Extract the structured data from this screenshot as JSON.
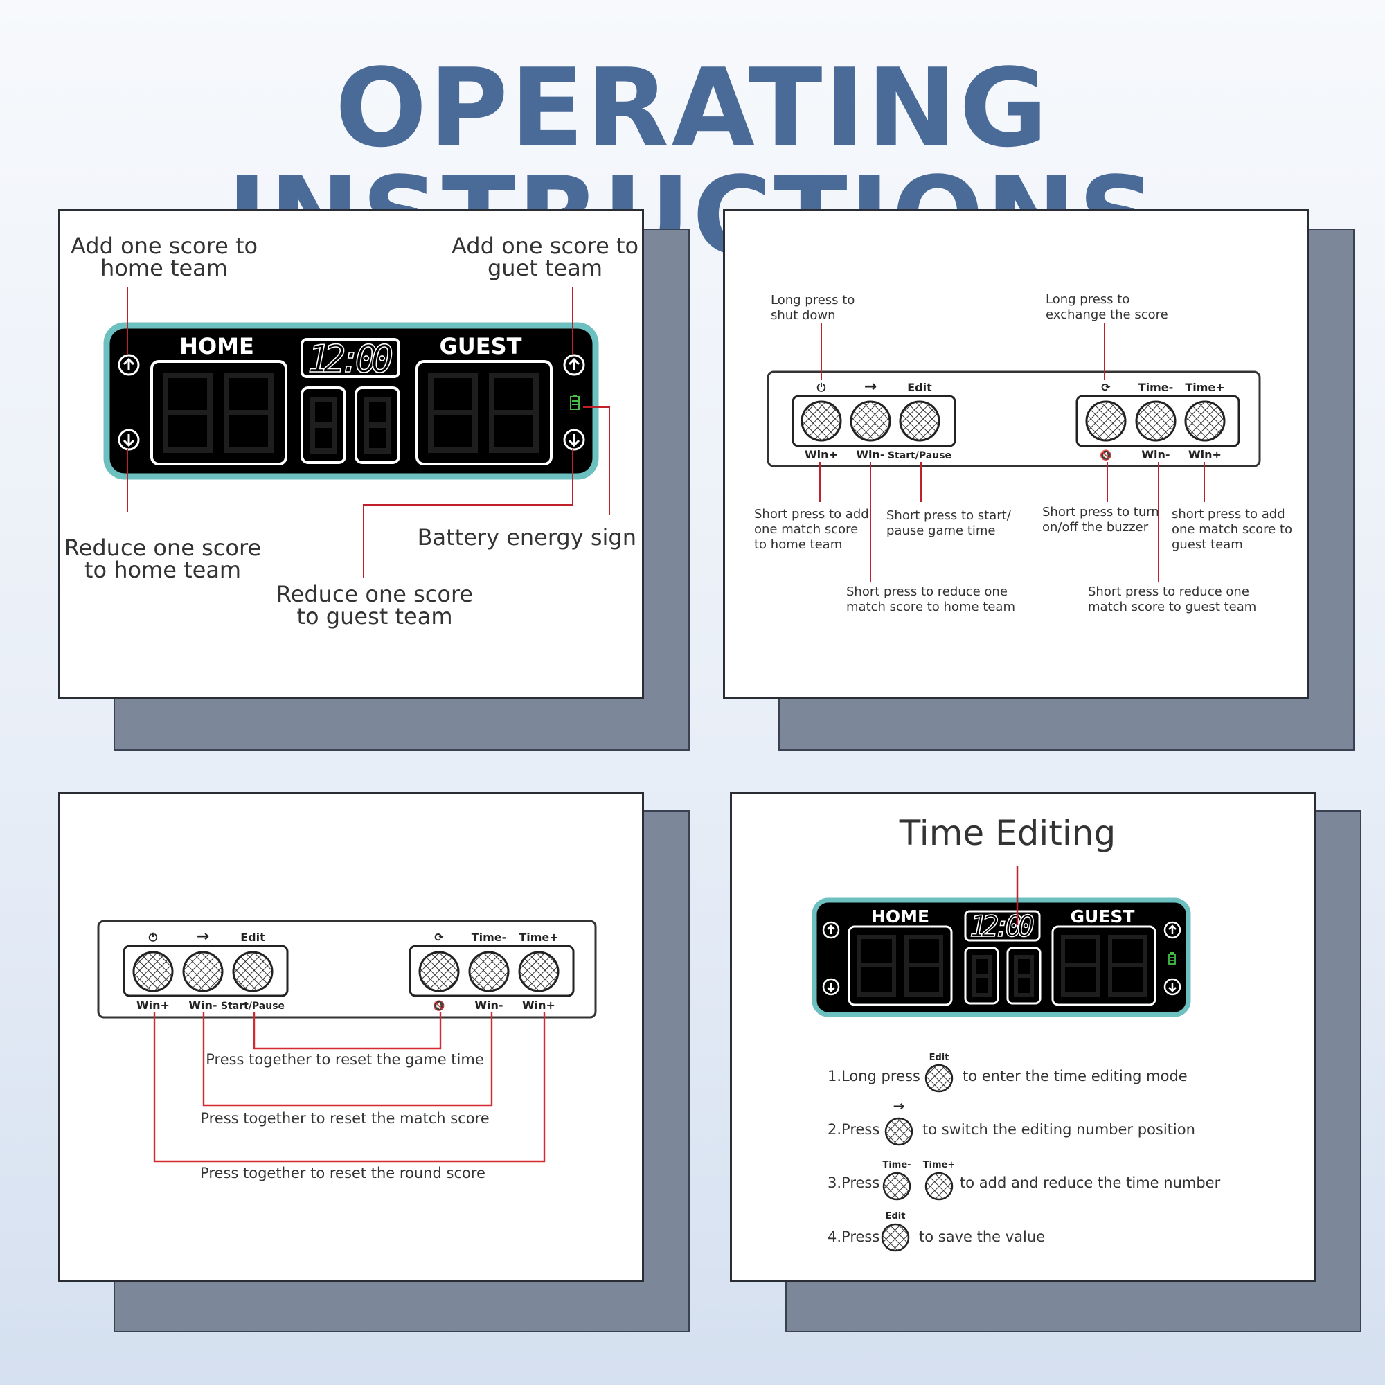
{
  "title": "OPERATING INSTRUCTIONS",
  "colors": {
    "title_blue": "#4a6a98",
    "leader_red": "#c0202a",
    "panel_teal": "#6cc0c0",
    "battery_green": "#46c046",
    "shadow_slate": "#7c8799"
  },
  "scoreboard": {
    "home": "HOME",
    "guest": "GUEST",
    "clock": "12:00"
  },
  "buttons": {
    "top_left": [
      "⏻",
      "→",
      "Edit"
    ],
    "bottom_left": [
      "Win+",
      "Win-",
      "Start/Pause"
    ],
    "top_right": [
      "⟳",
      "Time-",
      "Time+"
    ],
    "bottom_right": [
      "🔇",
      "Win-",
      "Win+"
    ]
  },
  "panel1": {
    "add_home": [
      "Add one score to",
      "home team"
    ],
    "add_guest": [
      "Add one score to",
      "guet team"
    ],
    "reduce_home": [
      "Reduce one score",
      "to home team"
    ],
    "battery": "Battery energy sign",
    "reduce_guest": [
      "Reduce one score",
      "to guest team"
    ]
  },
  "panel2": {
    "shutdown": [
      "Long press to",
      "shut down"
    ],
    "exchange": [
      "Long press to",
      "exchange the score"
    ],
    "add_match_home": [
      "Short press to add",
      "one match score",
      "to home team"
    ],
    "start_pause": [
      "Short press to start/",
      "pause game time"
    ],
    "buzzer": [
      "Short press to turn",
      "on/off the buzzer"
    ],
    "add_match_guest": [
      "short press to add",
      "one match score to",
      "guest team"
    ],
    "reduce_match_home": [
      "Short press to reduce one",
      "match score to home team"
    ],
    "reduce_match_guest": [
      "Short press to reduce one",
      "match score to guest team"
    ]
  },
  "panel3": {
    "reset_game": "Press together to reset the game time",
    "reset_match": "Press together to reset the match score",
    "reset_round": "Press together to reset the round score"
  },
  "panel4": {
    "title": "Time Editing",
    "steps": [
      {
        "prefix": "1.Long press",
        "icons": [
          "Edit"
        ],
        "suffix": "to enter the time editing mode"
      },
      {
        "prefix": "2.Press",
        "icons": [
          "→"
        ],
        "suffix": "to switch the editing number position"
      },
      {
        "prefix": "3.Press",
        "icons": [
          "Time-",
          "Time+"
        ],
        "suffix": "to add and reduce the time number"
      },
      {
        "prefix": "4.Press",
        "icons": [
          "Edit"
        ],
        "suffix": "to save the value"
      }
    ]
  }
}
